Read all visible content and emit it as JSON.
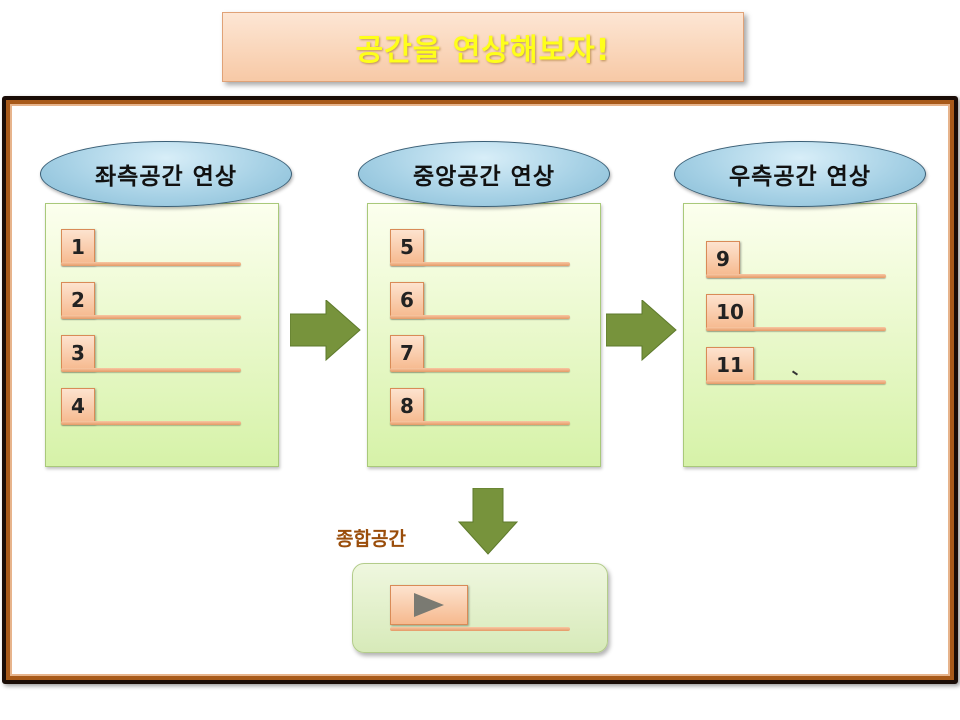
{
  "title": "공간을 연상해보자!",
  "columns": [
    {
      "label": "좌측공간 연상",
      "items": [
        "1",
        "2",
        "3",
        "4"
      ]
    },
    {
      "label": "중앙공간 연상",
      "items": [
        "5",
        "6",
        "7",
        "8"
      ]
    },
    {
      "label": "우측공간 연상",
      "items": [
        "9",
        "10",
        "11"
      ]
    }
  ],
  "summary": {
    "label": "종합공간",
    "button_icon": "play-icon"
  },
  "colors": {
    "title_text": "#ffff1a",
    "arrow": "#77933c",
    "panel": "#d6f2a8",
    "pill": "#a8d2e6",
    "number_box": "#f6b98e",
    "summary_label": "#9a4d0a"
  }
}
